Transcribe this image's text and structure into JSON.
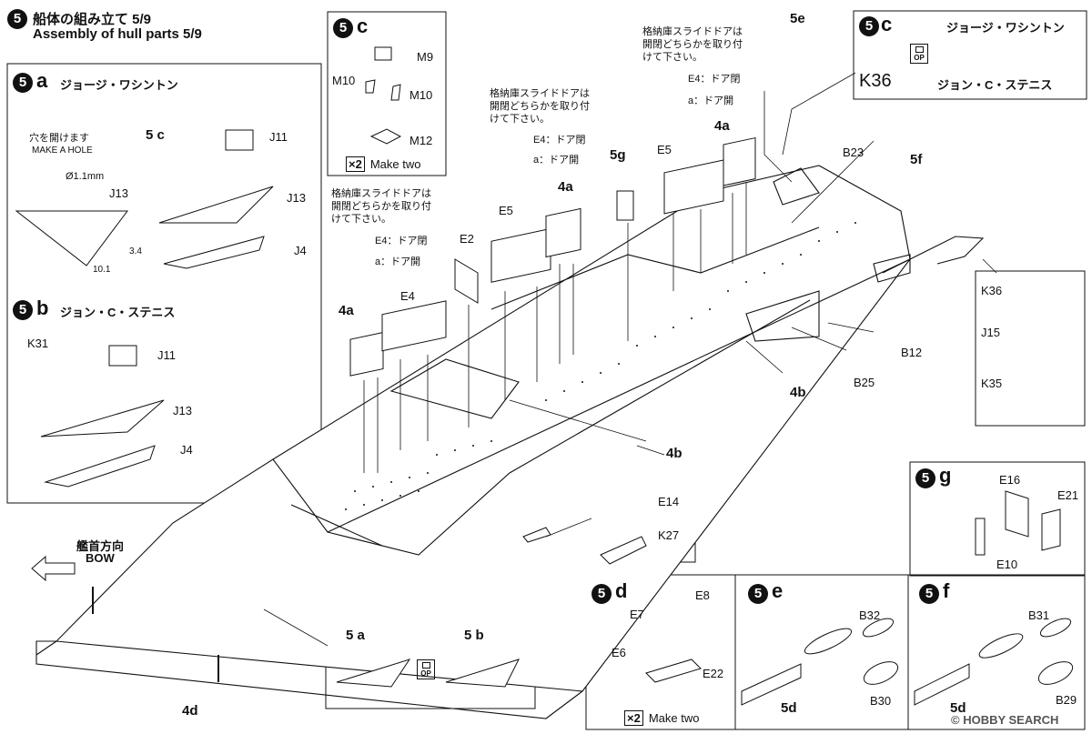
{
  "header": {
    "step": "5",
    "title_jp": "船体の組み立て 5/9",
    "title_en": "Assembly of hull parts 5/9"
  },
  "panel_5a": {
    "tag": "5",
    "sub": "a",
    "title": "ジョージ・ワシントン",
    "hole_jp": "穴を開けます",
    "hole_en": "MAKE A HOLE",
    "drill": "Ø1.1mm",
    "dim_w": "10.1",
    "dim_h": "3.4",
    "parts": [
      "J11",
      "J13",
      "J13",
      "J4"
    ],
    "ref": "5 c"
  },
  "panel_5b": {
    "tag": "5",
    "sub": "b",
    "title": "ジョン・C・ステニス",
    "parts": [
      "K31",
      "J11",
      "J13",
      "J4"
    ]
  },
  "panel_5c": {
    "tag": "5",
    "sub": "c",
    "parts": [
      "M9",
      "M10",
      "M10",
      "M12"
    ],
    "x2": "×2",
    "make_two": "Make two"
  },
  "panel_5c_right": {
    "tag": "5",
    "sub": "c",
    "title1": "ジョージ・ワシントン",
    "op": "OP",
    "k36": "K36",
    "title2": "ジョン・C・ステニス"
  },
  "door_notes": [
    {
      "jp1": "格納庫スライドドアは",
      "jp2": "開閉どちらかを取り付",
      "jp3": "けて下さい。",
      "e4": "E4：ドア閉",
      "a4": "a：ドア開"
    },
    {
      "jp1": "格納庫スライドドアは",
      "jp2": "開閉どちらかを取り付",
      "jp3": "けて下さい。",
      "e4": "E4：ドア閉",
      "a4": "a：ドア開"
    },
    {
      "jp1": "格納庫スライドドアは",
      "jp2": "開閉どちらかを取り付",
      "jp3": "けて下さい。",
      "e4": "E4：ドア閉",
      "a4": "a：ドア開"
    }
  ],
  "main": {
    "labels": [
      "E2",
      "E4",
      "E5",
      "E5",
      "4a",
      "4a",
      "4a",
      "5g",
      "5e",
      "5f",
      "B23",
      "B12",
      "B25",
      "E14",
      "K27",
      "4b",
      "4b",
      "4d"
    ],
    "bow_jp": "艦首方向",
    "bow_en": "BOW"
  },
  "right_inset": {
    "parts": [
      "K36",
      "J15",
      "K35"
    ]
  },
  "panel_5g": {
    "tag": "5",
    "sub": "g",
    "parts": [
      "E16",
      "E21",
      "E10"
    ]
  },
  "panel_5d": {
    "tag": "5",
    "sub": "d",
    "parts": [
      "E7",
      "E8",
      "E6",
      "E22"
    ],
    "x2": "×2",
    "make_two": "Make two"
  },
  "panel_5e": {
    "tag": "5",
    "sub": "e",
    "parts": [
      "B32",
      "B30"
    ],
    "ref": "5d"
  },
  "panel_5f": {
    "tag": "5",
    "sub": "f",
    "parts": [
      "B31",
      "B29"
    ],
    "ref": "5d"
  },
  "bottom_refs": {
    "a": "5 a",
    "b": "5 b",
    "op": "OP"
  },
  "watermark": "© HOBBY SEARCH"
}
